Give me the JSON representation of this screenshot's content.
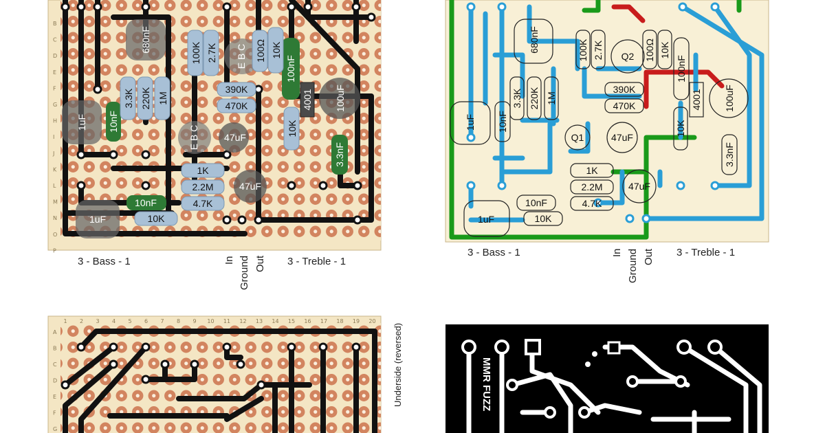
{
  "panel_a": {
    "rows": [
      "B",
      "C",
      "D",
      "E",
      "F",
      "G",
      "H",
      "I",
      "J",
      "K",
      "L",
      "M",
      "N",
      "O",
      "P"
    ],
    "bottom_labels": {
      "bass": "3  -  Bass  -  1",
      "in": "In",
      "ground": "Ground",
      "out": "Out",
      "treble": "3  - Treble -  1"
    },
    "components": {
      "c680n": "680nF",
      "r100k": "100K",
      "r27k": "2.7K",
      "r100o": "100Ω",
      "r10k_top": "10K",
      "c100n": "100nF",
      "r33k": "3.3K",
      "r220k": "220K",
      "r1m": "1M",
      "r390k": "390K",
      "r470k": "470K",
      "ic4001": "4001",
      "c100u": "100uF",
      "c1u_a": "1uF",
      "c10n_a": "10nF",
      "c47u_a": "47uF",
      "r10k_mid": "10K",
      "c33n": "3.3nF",
      "r1k": "1K",
      "r22m": "2.2M",
      "c47u_b": "47uF",
      "c10n_b": "10nF",
      "r47k": "4.7K",
      "c1u_b": "1uF",
      "r10k_bot": "10K",
      "ebc_top": "E B C",
      "ebc_bot": "E B C"
    }
  },
  "panel_b": {
    "bottom_labels": {
      "bass": "3  -  Bass  -  1",
      "in": "In",
      "ground": "Ground",
      "out": "Out",
      "treble": "3  - Treble -  1"
    },
    "components": {
      "c680n": "680nF",
      "r100k": "100K",
      "r27k": "2.7K",
      "q2": "Q2",
      "r100o": "100Ω",
      "r10k_top": "10K",
      "c100n": "100nF",
      "r33k": "3.3K",
      "r220k": "220K",
      "r1m": "1M",
      "r390k": "390K",
      "r470k": "470K",
      "ic4001": "4001",
      "c100u": "100uF",
      "c1u_a": "1uF",
      "c10n_a": "10nF",
      "q1": "Q1",
      "c47u_a": "47uF",
      "r10k_mid": "10K",
      "c33n": "3.3nF",
      "r1k": "1K",
      "r22m": "2.2M",
      "c47u_b": "47uF",
      "c10n_b": "10nF",
      "r47k": "4.7K",
      "c1u_b": "1uF",
      "r10k_bot": "10K"
    }
  },
  "panel_c": {
    "columns": [
      "1",
      "2",
      "3",
      "4",
      "5",
      "6",
      "7",
      "8",
      "9",
      "10",
      "11",
      "12",
      "13",
      "14",
      "15",
      "16",
      "17",
      "18",
      "19",
      "20"
    ],
    "rows": [
      "A",
      "B",
      "C",
      "D",
      "E",
      "F",
      "G"
    ],
    "side_label": "Underside (reversed)"
  },
  "panel_d": {
    "logo": "MMR FUZZ"
  }
}
